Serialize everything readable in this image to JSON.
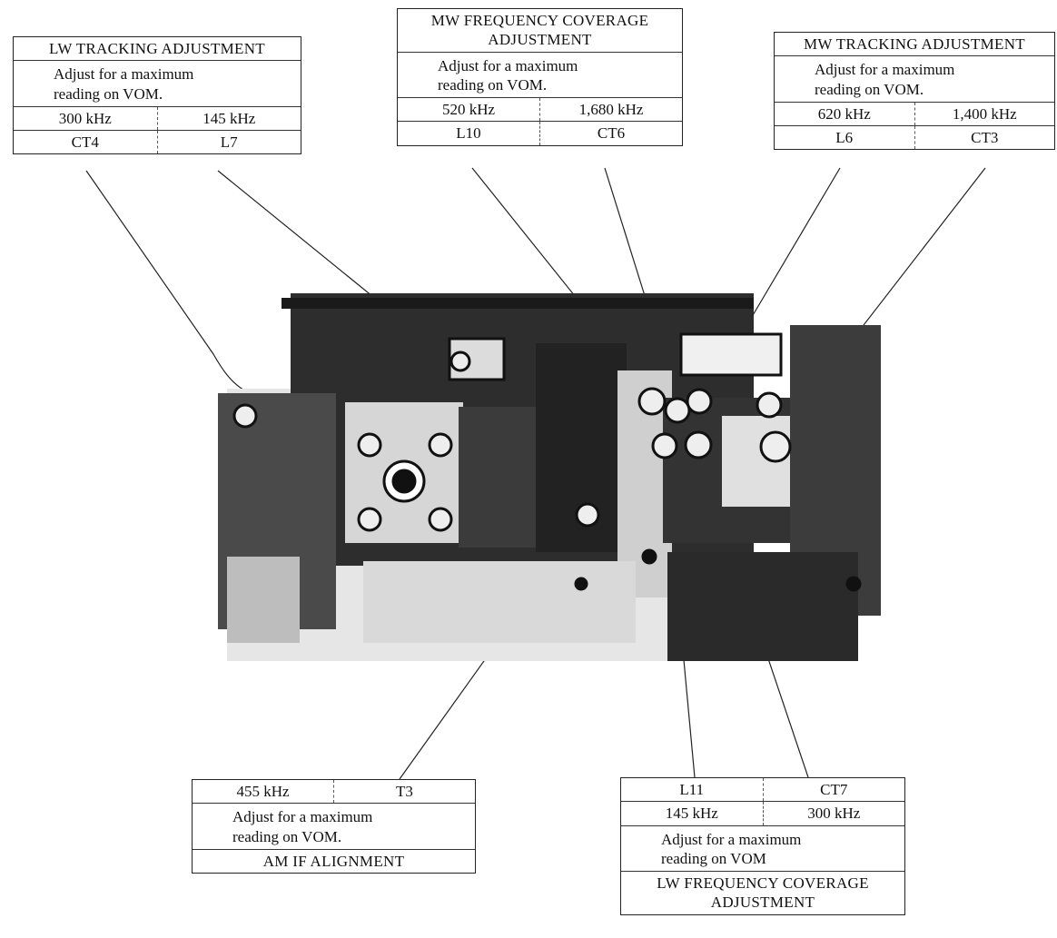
{
  "boxes": {
    "lw_tracking": {
      "title": "LW TRACKING ADJUSTMENT",
      "note_line1": "Adjust for a maximum",
      "note_line2": "reading on VOM.",
      "freq_left": "300 kHz",
      "freq_right": "145 kHz",
      "part_left": "CT4",
      "part_right": "L7"
    },
    "mw_coverage": {
      "title_line1": "MW FREQUENCY COVERAGE",
      "title_line2": "ADJUSTMENT",
      "note_line1": "Adjust for a maximum",
      "note_line2": "reading on VOM.",
      "freq_left": "520 kHz",
      "freq_right": "1,680 kHz",
      "part_left": "L10",
      "part_right": "CT6"
    },
    "mw_tracking": {
      "title": "MW TRACKING ADJUSTMENT",
      "note_line1": "Adjust for a maximum",
      "note_line2": "reading on VOM.",
      "freq_left": "620 kHz",
      "freq_right": "1,400 kHz",
      "part_left": "L6",
      "part_right": "CT3"
    },
    "am_if": {
      "freq": "455 kHz",
      "part": "T3",
      "note_line1": "Adjust for a maximum",
      "note_line2": "reading on VOM.",
      "title": "AM IF ALIGNMENT"
    },
    "lw_coverage": {
      "part_left": "L11",
      "part_right": "CT7",
      "freq_left": "145 kHz",
      "freq_right": "300 kHz",
      "note_line1": "Adjust for a maximum",
      "note_line2": "reading on VOM",
      "title_line1": "LW FREQUENCY COVERAGE",
      "title_line2": "ADJUSTMENT"
    }
  },
  "colors": {
    "ink": "#111111",
    "board": "#3a3a3a",
    "board_light": "#d8d8d8"
  }
}
